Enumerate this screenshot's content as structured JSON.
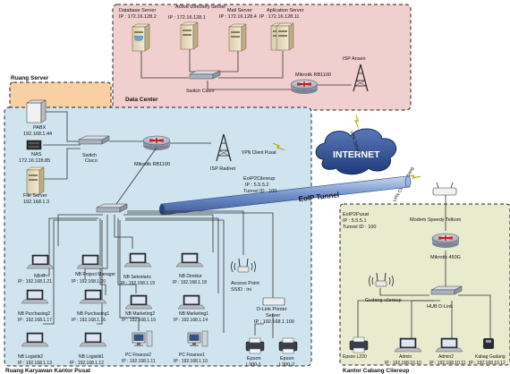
{
  "zones": {
    "data_center": "Data Center",
    "ruang_server": "Ruang Server",
    "ruang_karyawan": "Ruang Karyawan Kantor Pusat",
    "cabang": "Kantor Cabang Cilereup"
  },
  "servers": [
    {
      "name": "Database Server",
      "ip": "IP : 172.16.128.2"
    },
    {
      "name": "Active Directory Server",
      "ip": "IP : 172.16.128.1"
    },
    {
      "name": "Mail Server",
      "ip": "IP : 172.16.128.4"
    },
    {
      "name": "Aplication Server",
      "ip": "IP : 172.16.128.11"
    }
  ],
  "server_room": {
    "pabx": {
      "name": "PABX",
      "ip": "192.168.1.44"
    },
    "nas": {
      "name": "NAS",
      "ip": "172.16.128.85"
    },
    "file_server": {
      "name": "File Server",
      "ip": "192.168.1.3"
    },
    "switch": "Switch Cisco"
  },
  "network": {
    "switch_dc": "Switch Cisco",
    "mikrotik_dc": "Mikrotik RB1100",
    "isp_ansen": "ISP Ansen",
    "mikrotik_main": "Mikrotik RB1100",
    "isp_radnet": "ISP Radnet",
    "internet": "INTERNET",
    "vpn_pusat": "VPN Client Pusat",
    "vpn_cabang": "VPN Client Cabang",
    "vpn_server": "VPN Server",
    "eoip_tunnel": "EoIP Tunnel",
    "eoip_cilereup": [
      "EoIP2Cilereup",
      "IP : 5.5.5.2",
      "Tunnel ID : 100"
    ],
    "eoip_pusat": [
      "EoIP2Pusat",
      "IP : 5.5.5.1",
      "Tunnel ID : 100"
    ]
  },
  "employees": [
    {
      "name": "NB IT",
      "ip": "IP : 192.168.1.21"
    },
    {
      "name": "NB Project Manager",
      "ip": "IP : 192.168.1.20"
    },
    {
      "name": "NB Sekretaris",
      "ip": "IP : 192.168.1.19"
    },
    {
      "name": "NB Direktur",
      "ip": "IP : 192.168.1.18"
    },
    {
      "name": "NB Purchasing2",
      "ip": "IP : 192.168.1.17"
    },
    {
      "name": "NB Purchasing1",
      "ip": "IP : 192.168.1.16"
    },
    {
      "name": "NB Marketing2",
      "ip": "IP : 192.168.1.15"
    },
    {
      "name": "NB Marketing1",
      "ip": "IP : 192.168.1.14"
    },
    {
      "name": "NB Logistik2",
      "ip": "IP : 192.168.1.13"
    },
    {
      "name": "NB Logistik1",
      "ip": "IP : 192.168.1.12"
    },
    {
      "name": "PC Finance2",
      "ip": "IP : 192.168.1.11"
    },
    {
      "name": "PC Finance1",
      "ip": "IP : 192.168.1.10"
    }
  ],
  "access_point": [
    "Access Point",
    "SSID : ini"
  ],
  "dlink_printer": [
    "D-Link Printer",
    "Server",
    "IP : 192.168.1.100"
  ],
  "epsons": [
    "Epson L300-1",
    "Epson L300-2"
  ],
  "branch": {
    "modem": "Modem Speedy Telkom",
    "mikrotik": "Mikrotik 450G",
    "hub": "HUB D-Link",
    "wifi": "Gudang-cilereup",
    "devices": [
      {
        "name": "Epson L220",
        "ip": ""
      },
      {
        "name": "Admin",
        "ip": "IP : 192.168.10.10"
      },
      {
        "name": "Admin2",
        "ip": "IP : 192.168.10.11"
      },
      {
        "name": "Kabag Gudang",
        "ip": "IP : 192.168.10.12"
      }
    ]
  }
}
